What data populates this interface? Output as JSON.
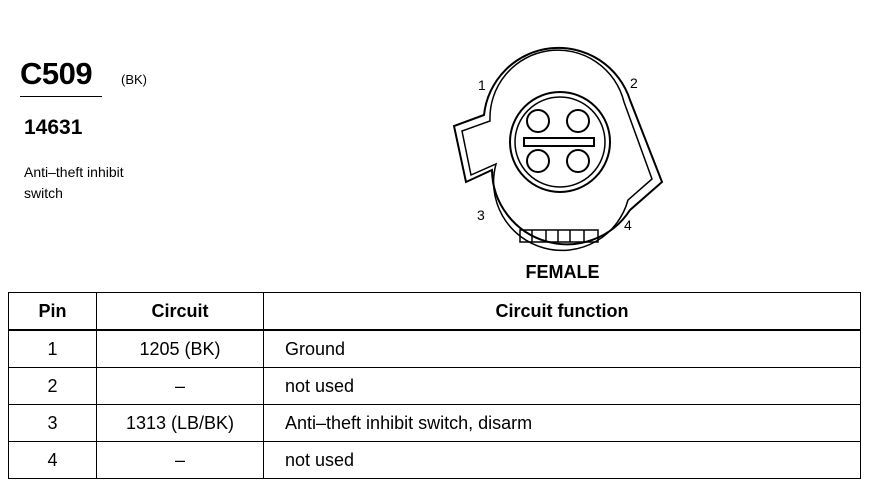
{
  "connector": {
    "id": "C509",
    "color": "(BK)",
    "part_number": "14631",
    "description": "Anti–theft inhibit switch",
    "gender": "FEMALE",
    "pin_labels": [
      "1",
      "2",
      "3",
      "4"
    ]
  },
  "table": {
    "headers": [
      "Pin",
      "Circuit",
      "Circuit function"
    ],
    "rows": [
      {
        "pin": "1",
        "circuit": "1205 (BK)",
        "function": "Ground"
      },
      {
        "pin": "2",
        "circuit": "–",
        "function": "not used"
      },
      {
        "pin": "3",
        "circuit": "1313 (LB/BK)",
        "function": "Anti–theft inhibit switch, disarm"
      },
      {
        "pin": "4",
        "circuit": "–",
        "function": "not used"
      }
    ]
  }
}
